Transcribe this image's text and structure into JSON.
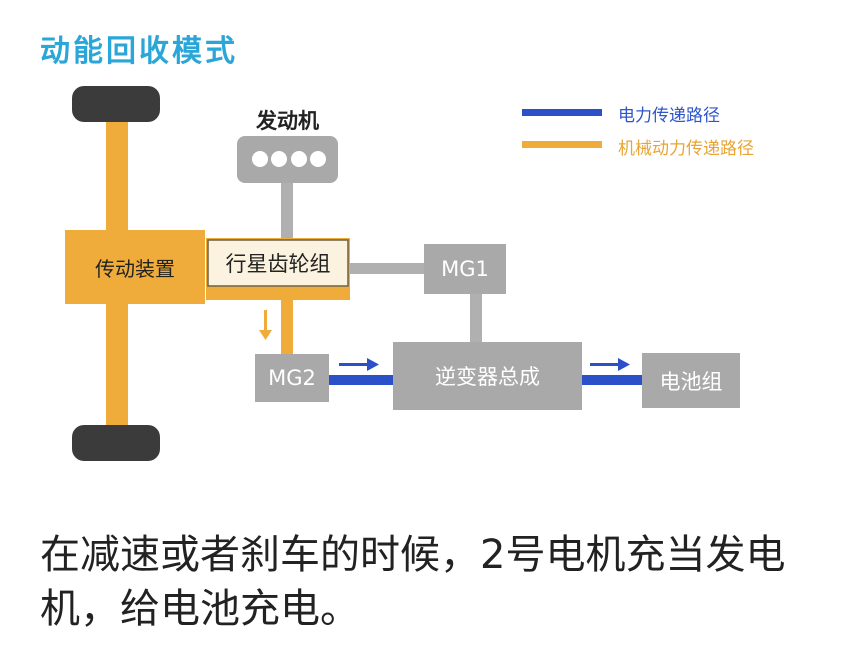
{
  "title": "动能回收模式",
  "legend": {
    "electric_label": "电力传递路径",
    "mechanical_label": "机械动力传递路径"
  },
  "components": {
    "engine": "发动机",
    "transmission": "传动装置",
    "planetary_gear": "行星齿轮组",
    "mg1": "MG1",
    "mg2": "MG2",
    "inverter": "逆变器总成",
    "battery": "电池组"
  },
  "caption": "在减速或者刹车的时候，2号电机充当发电机，给电池充电。",
  "colors": {
    "electric": "#2c50c8",
    "mechanical": "#f0ac3b",
    "component_gray": "#a9a9a9",
    "connector_gray": "#b0b0b0",
    "wheel": "#3b3b3b",
    "title": "#2aa6d8"
  }
}
